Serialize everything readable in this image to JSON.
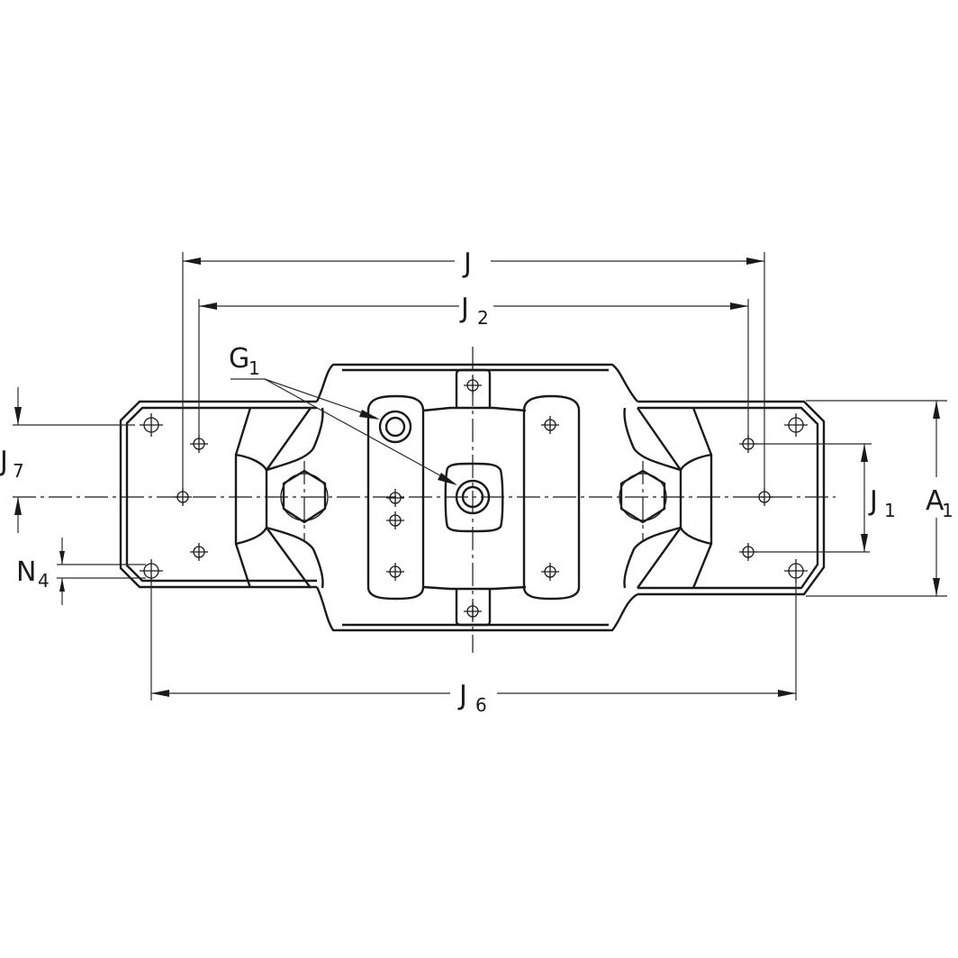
{
  "drawing": {
    "title": "Bearing housing – plan view dimensions",
    "dimensions": {
      "J": {
        "letter": "J",
        "sub": ""
      },
      "J2": {
        "letter": "J",
        "sub": "2"
      },
      "J6": {
        "letter": "J",
        "sub": "6"
      },
      "J7": {
        "letter": "J",
        "sub": "7"
      },
      "J1": {
        "letter": "J",
        "sub": "1"
      },
      "A1": {
        "letter": "A",
        "sub": "1"
      },
      "N4": {
        "letter": "N",
        "sub": "4"
      },
      "G1": {
        "letter": "G",
        "sub": "1"
      }
    },
    "features": {
      "hex_bolts": 2,
      "lubrication_nipples_G1": 2,
      "base_mounting_holes_corner": 4,
      "base_mounting_holes_inner": 6,
      "cap_marker_holes": 9
    },
    "colors": {
      "line": "#1a1a1a",
      "background": "#ffffff"
    }
  }
}
